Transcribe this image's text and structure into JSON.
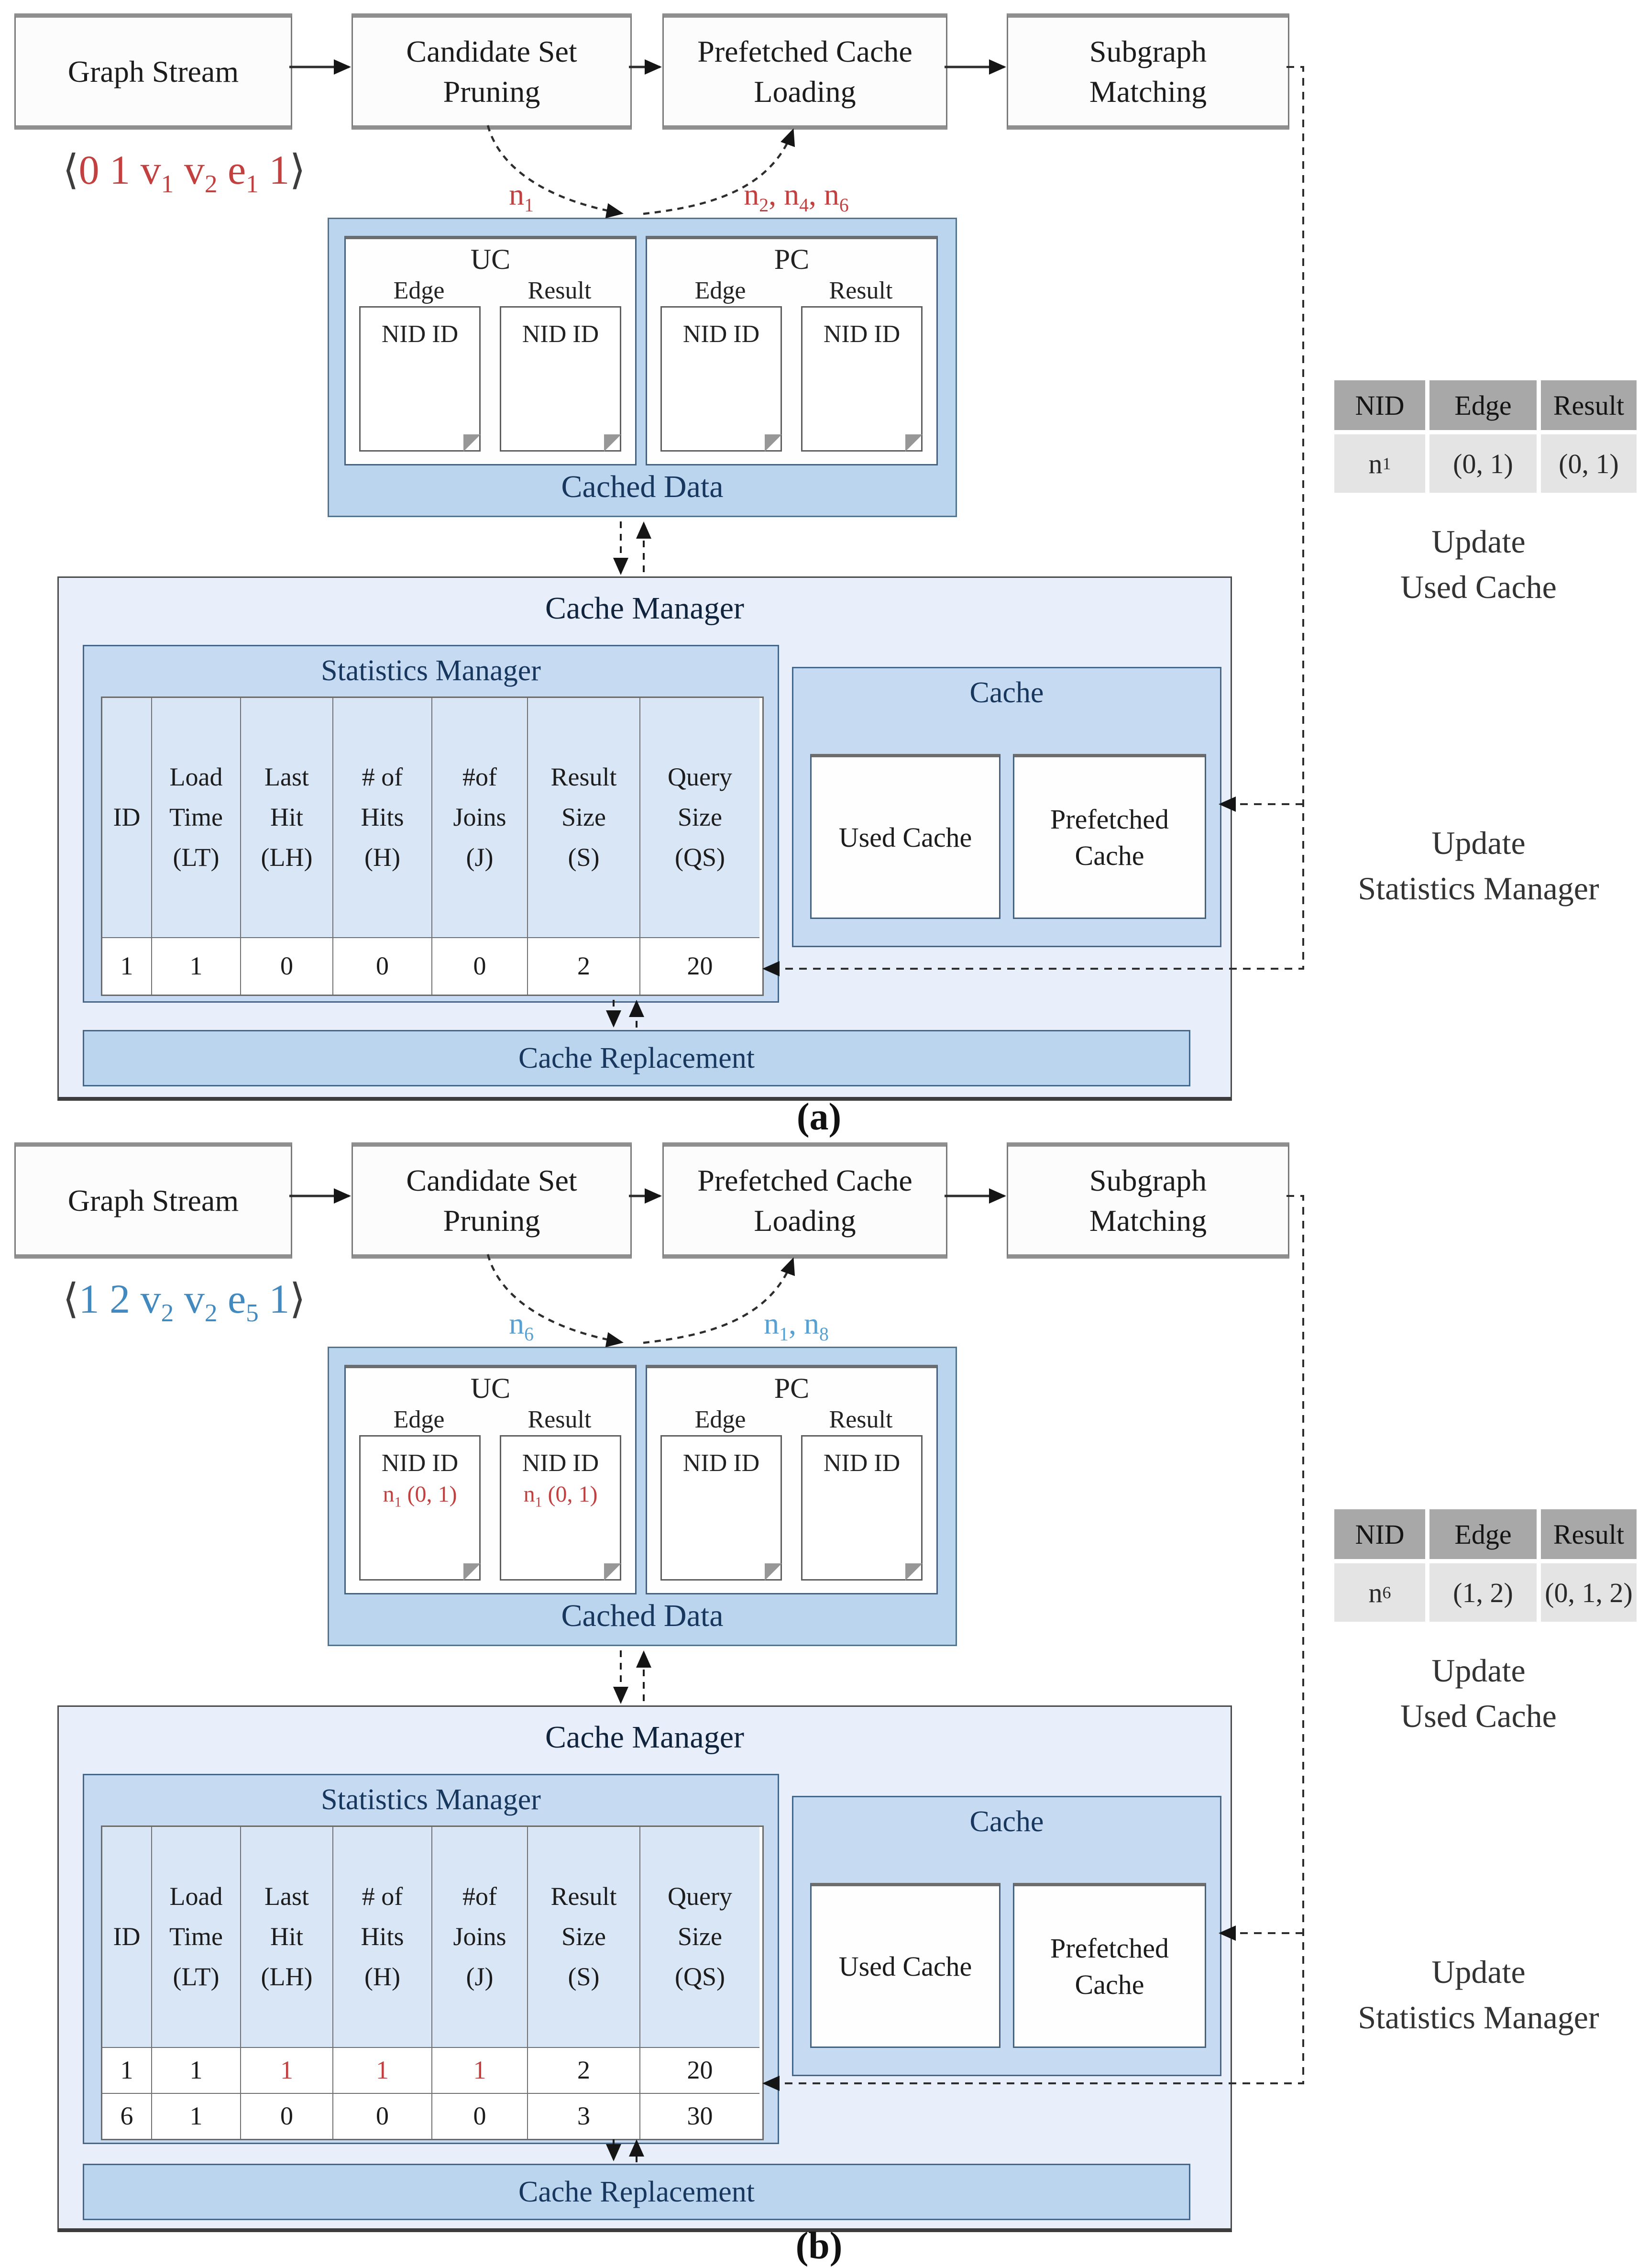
{
  "colors": {
    "red": "#c2403f",
    "blue": "#4289bf",
    "blue_label": "#56a0d3",
    "navy": "#17375e"
  },
  "figures": {
    "a": {
      "caption": "(a)",
      "flow": {
        "graph_stream": "Graph Stream",
        "candidate": "Candidate Set\nPruning",
        "prefetched": "Prefetched Cache\nLoading",
        "subgraph": "Subgraph\nMatching"
      },
      "tuple": {
        "open": "⟨",
        "parts": [
          [
            "0 1 v",
            "1"
          ],
          [
            " v",
            "2"
          ],
          [
            " e",
            "1"
          ],
          [
            " 1",
            null
          ]
        ],
        "close": "⟩"
      },
      "curve_labels": {
        "left": [
          [
            "n",
            "1"
          ]
        ],
        "right": [
          [
            "n",
            "2"
          ],
          [
            ", n",
            "4"
          ],
          [
            ", n",
            "6"
          ]
        ]
      },
      "cached_data": {
        "title": "Cached Data",
        "uc": {
          "title": "UC",
          "edge_label": "Edge",
          "result_label": "Result",
          "edge_doc": {
            "line1": "NID ID"
          },
          "result_doc": {
            "line1": "NID ID"
          }
        },
        "pc": {
          "title": "PC",
          "edge_label": "Edge",
          "result_label": "Result",
          "edge_doc": {
            "line1": "NID ID"
          },
          "result_doc": {
            "line1": "NID ID"
          }
        }
      },
      "cache_manager": {
        "title": "Cache Manager",
        "statistics": {
          "title": "Statistics Manager",
          "header_rows": [
            {
              "cells": [
                [
                  "ID"
                ],
                [
                  "Load",
                  "Time",
                  "(LT)"
                ],
                [
                  "Last",
                  "Hit",
                  "(LH)"
                ],
                [
                  "# of",
                  "Hits",
                  "(H)"
                ],
                [
                  "#of",
                  "Joins",
                  "(J)"
                ],
                [
                  "Result",
                  "Size",
                  "(S)"
                ],
                [
                  "Query",
                  "Size",
                  "(QS)"
                ]
              ]
            }
          ],
          "body_rows": [
            {
              "cells": [
                "1",
                "1",
                "0",
                "0",
                "0",
                "2",
                "20"
              ]
            }
          ]
        },
        "cache": {
          "title": "Cache",
          "used": "Used Cache",
          "prefetched": "Prefetched\nCache"
        },
        "replacement": "Cache Replacement"
      },
      "side": {
        "table": {
          "headers": [
            "NID",
            "Edge",
            "Result"
          ],
          "nid": [
            [
              "n",
              "1"
            ]
          ],
          "edge": "(0, 1)",
          "result": "(0, 1)"
        },
        "update_used_cache": "Update\nUsed Cache",
        "update_statistics": "Update\nStatistics Manager"
      }
    },
    "b": {
      "caption": "(b)",
      "flow": {
        "graph_stream": "Graph Stream",
        "candidate": "Candidate Set\nPruning",
        "prefetched": "Prefetched Cache\nLoading",
        "subgraph": "Subgraph\nMatching"
      },
      "tuple": {
        "open": "⟨",
        "parts": [
          [
            "1 2 v",
            "2"
          ],
          [
            " v",
            "2"
          ],
          [
            " e",
            "5"
          ],
          [
            " 1",
            null
          ]
        ],
        "close": "⟩"
      },
      "curve_labels": {
        "left": [
          [
            "n",
            "6"
          ]
        ],
        "right": [
          [
            "n",
            "1"
          ],
          [
            ", n",
            "8"
          ]
        ]
      },
      "cached_data": {
        "title": "Cached Data",
        "uc": {
          "title": "UC",
          "edge_label": "Edge",
          "result_label": "Result",
          "edge_doc": {
            "line1": "NID ID",
            "line2": [
              [
                "n",
                "1"
              ],
              [
                " (0, 1)",
                null
              ]
            ]
          },
          "result_doc": {
            "line1": "NID ID",
            "line2": [
              [
                "n",
                "1"
              ],
              [
                " (0, 1)",
                null
              ]
            ]
          }
        },
        "pc": {
          "title": "PC",
          "edge_label": "Edge",
          "result_label": "Result",
          "edge_doc": {
            "line1": "NID ID"
          },
          "result_doc": {
            "line1": "NID ID"
          }
        }
      },
      "cache_manager": {
        "title": "Cache Manager",
        "statistics": {
          "title": "Statistics Manager",
          "header_rows": [
            {
              "cells": [
                [
                  "ID"
                ],
                [
                  "Load",
                  "Time",
                  "(LT)"
                ],
                [
                  "Last",
                  "Hit",
                  "(LH)"
                ],
                [
                  "# of",
                  "Hits",
                  "(H)"
                ],
                [
                  "#of",
                  "Joins",
                  "(J)"
                ],
                [
                  "Result",
                  "Size",
                  "(S)"
                ],
                [
                  "Query",
                  "Size",
                  "(QS)"
                ]
              ]
            }
          ],
          "body_rows": [
            {
              "cells": [
                "1",
                "1",
                "1",
                "1",
                "1",
                "2",
                "20"
              ],
              "red": [
                2,
                3,
                4
              ]
            },
            {
              "cells": [
                "6",
                "1",
                "0",
                "0",
                "0",
                "3",
                "30"
              ]
            }
          ]
        },
        "cache": {
          "title": "Cache",
          "used": "Used Cache",
          "prefetched": "Prefetched\nCache"
        },
        "replacement": "Cache Replacement"
      },
      "side": {
        "table": {
          "headers": [
            "NID",
            "Edge",
            "Result"
          ],
          "nid": [
            [
              "n",
              "6"
            ]
          ],
          "edge": "(1, 2)",
          "result": "(0, 1, 2)"
        },
        "update_used_cache": "Update\nUsed Cache",
        "update_statistics": "Update\nStatistics Manager"
      }
    }
  }
}
